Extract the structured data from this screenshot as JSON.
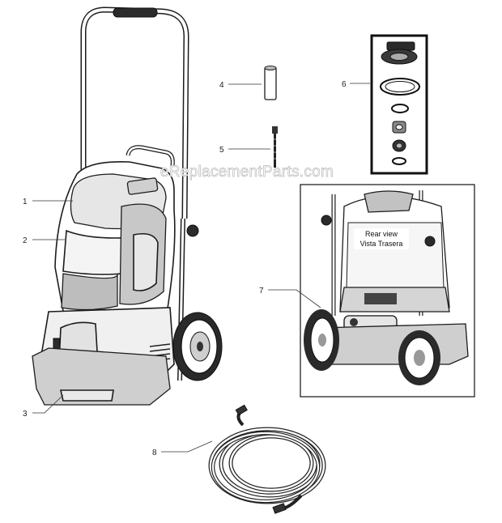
{
  "callouts": [
    {
      "number": "1"
    },
    {
      "number": "2"
    },
    {
      "number": "3"
    },
    {
      "number": "4"
    },
    {
      "number": "5"
    },
    {
      "number": "6"
    },
    {
      "number": "7"
    },
    {
      "number": "8"
    }
  ],
  "rear_view": {
    "line1": "Rear view",
    "line2": "Vista Trasera"
  },
  "watermark": "eReplacementParts.com"
}
